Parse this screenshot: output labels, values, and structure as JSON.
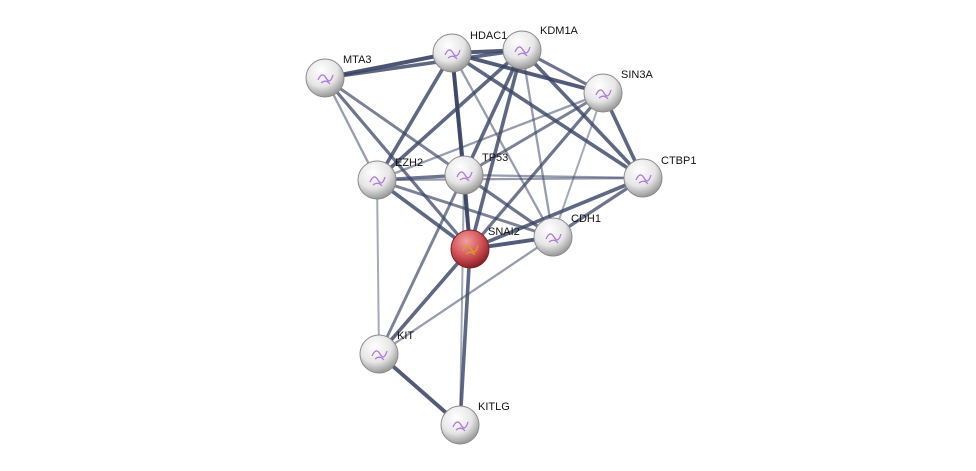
{
  "network": {
    "nodes": [
      {
        "id": "HDAC1",
        "label": "HDAC1",
        "query": false
      },
      {
        "id": "KDM1A",
        "label": "KDM1A",
        "query": false
      },
      {
        "id": "MTA3",
        "label": "MTA3",
        "query": false
      },
      {
        "id": "SIN3A",
        "label": "SIN3A",
        "query": false
      },
      {
        "id": "EZH2",
        "label": "EZH2",
        "query": false
      },
      {
        "id": "TP53",
        "label": "TP53",
        "query": false
      },
      {
        "id": "CTBP1",
        "label": "CTBP1",
        "query": false
      },
      {
        "id": "SNAI2",
        "label": "SNAI2",
        "query": true
      },
      {
        "id": "CDH1",
        "label": "CDH1",
        "query": false
      },
      {
        "id": "KIT",
        "label": "KIT",
        "query": false
      },
      {
        "id": "KITLG",
        "label": "KITLG",
        "query": false
      }
    ],
    "edges": [
      [
        "MTA3",
        "HDAC1",
        0.95
      ],
      [
        "MTA3",
        "KDM1A",
        0.8
      ],
      [
        "MTA3",
        "EZH2",
        0.4
      ],
      [
        "MTA3",
        "SNAI2",
        0.7
      ],
      [
        "MTA3",
        "TP53",
        0.6
      ],
      [
        "HDAC1",
        "KDM1A",
        0.9
      ],
      [
        "HDAC1",
        "SIN3A",
        0.9
      ],
      [
        "HDAC1",
        "CTBP1",
        0.8
      ],
      [
        "HDAC1",
        "EZH2",
        0.8
      ],
      [
        "HDAC1",
        "TP53",
        0.95
      ],
      [
        "HDAC1",
        "SNAI2",
        0.7
      ],
      [
        "HDAC1",
        "CDH1",
        0.4
      ],
      [
        "KDM1A",
        "SIN3A",
        0.7
      ],
      [
        "KDM1A",
        "CTBP1",
        0.8
      ],
      [
        "KDM1A",
        "EZH2",
        0.8
      ],
      [
        "KDM1A",
        "TP53",
        0.8
      ],
      [
        "KDM1A",
        "SNAI2",
        0.8
      ],
      [
        "KDM1A",
        "CDH1",
        0.4
      ],
      [
        "SIN3A",
        "CTBP1",
        0.8
      ],
      [
        "SIN3A",
        "TP53",
        0.6
      ],
      [
        "SIN3A",
        "EZH2",
        0.4
      ],
      [
        "SIN3A",
        "SNAI2",
        0.7
      ],
      [
        "SIN3A",
        "CDH1",
        0.3
      ],
      [
        "EZH2",
        "TP53",
        0.7
      ],
      [
        "EZH2",
        "CTBP1",
        0.4
      ],
      [
        "EZH2",
        "SNAI2",
        0.8
      ],
      [
        "EZH2",
        "CDH1",
        0.6
      ],
      [
        "EZH2",
        "KIT",
        0.3
      ],
      [
        "TP53",
        "SNAI2",
        0.95
      ],
      [
        "TP53",
        "CDH1",
        0.7
      ],
      [
        "TP53",
        "CTBP1",
        0.4
      ],
      [
        "TP53",
        "KIT",
        0.6
      ],
      [
        "CTBP1",
        "SNAI2",
        0.8
      ],
      [
        "CTBP1",
        "CDH1",
        0.7
      ],
      [
        "SNAI2",
        "CDH1",
        0.9
      ],
      [
        "SNAI2",
        "KIT",
        0.8
      ],
      [
        "SNAI2",
        "KITLG",
        0.8
      ],
      [
        "CDH1",
        "KIT",
        0.4
      ],
      [
        "KIT",
        "KITLG",
        0.9
      ],
      [
        "TP53",
        "KITLG",
        0.3
      ]
    ],
    "colors": {
      "edge": "#3a4566",
      "node": "#e8e8e8",
      "query_node": "#c9474b"
    }
  }
}
